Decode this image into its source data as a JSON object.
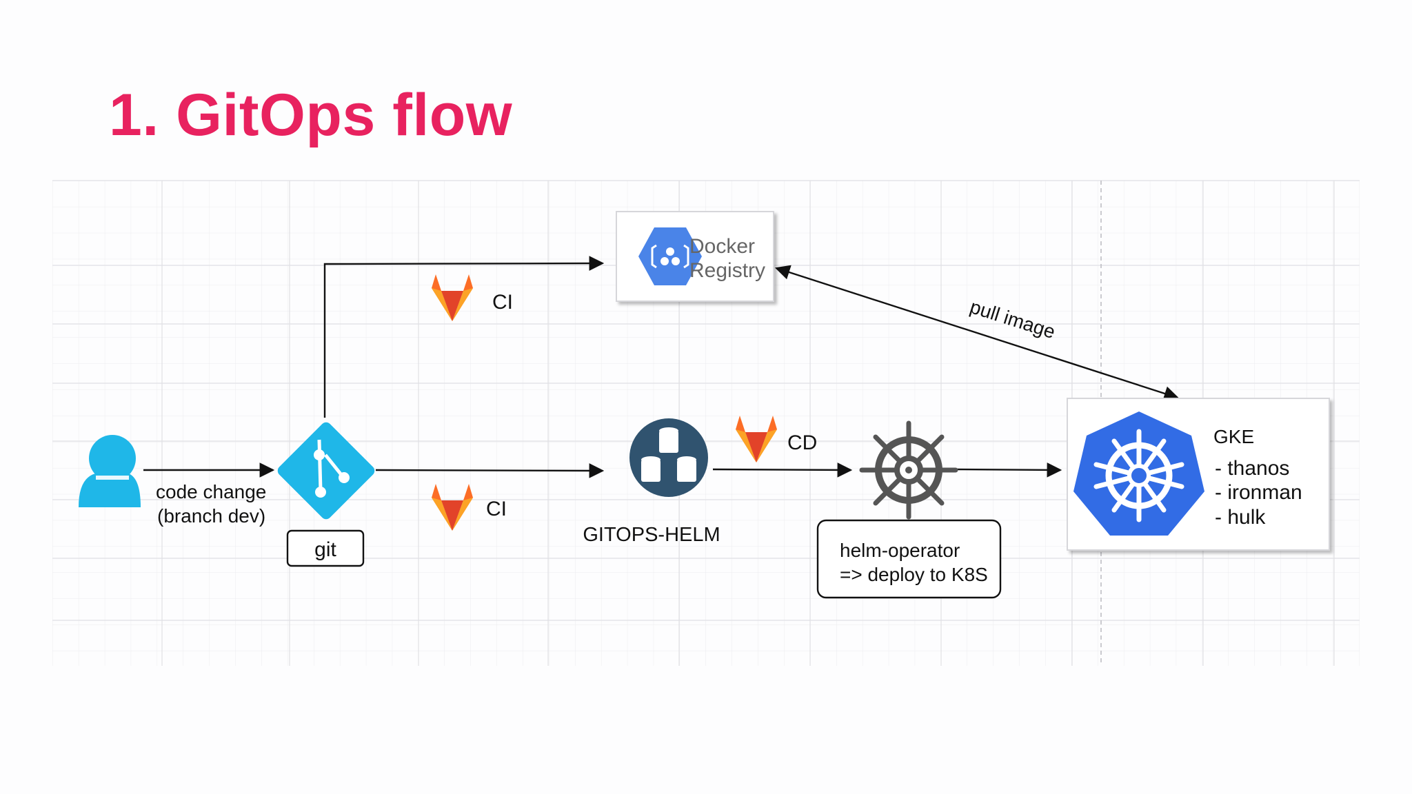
{
  "title": "1. GitOps flow",
  "nodes": {
    "developer": {
      "icon": "user-icon"
    },
    "git": {
      "icon": "git-icon",
      "label": "git"
    },
    "docker_registry": {
      "icon": "container-registry-icon",
      "line1": "Docker",
      "line2": "Registry"
    },
    "gitops_helm": {
      "icon": "database-cluster-icon",
      "label": "GITOPS-HELM"
    },
    "helm_operator": {
      "icon": "helm-wheel-icon",
      "line1": "helm-operator",
      "line2": "=> deploy to K8S"
    },
    "gke": {
      "icon": "kubernetes-icon",
      "title": "GKE",
      "items": [
        "- thanos",
        "- ironman",
        "- hulk"
      ]
    }
  },
  "edges": {
    "code_change": {
      "line1": "code change",
      "line2": "(branch dev)"
    },
    "ci_top": {
      "icon": "gitlab-icon",
      "label": "CI"
    },
    "ci_bottom": {
      "icon": "gitlab-icon",
      "label": "CI"
    },
    "cd": {
      "icon": "gitlab-icon",
      "label": "CD"
    },
    "pull_image": {
      "label": "pull image"
    }
  },
  "colors": {
    "title": "#e8225f",
    "git": "#1fb7e8",
    "user": "#1fb7e8",
    "registry": "#4a84e8",
    "helm_db": "#30536f",
    "helm_wheel": "#5a5a5a",
    "kubernetes": "#326ce5",
    "gitlab_orange": "#fc6d26",
    "gitlab_red": "#e24329",
    "gitlab_yellow": "#fca326",
    "grid": "#e6e6e9"
  }
}
